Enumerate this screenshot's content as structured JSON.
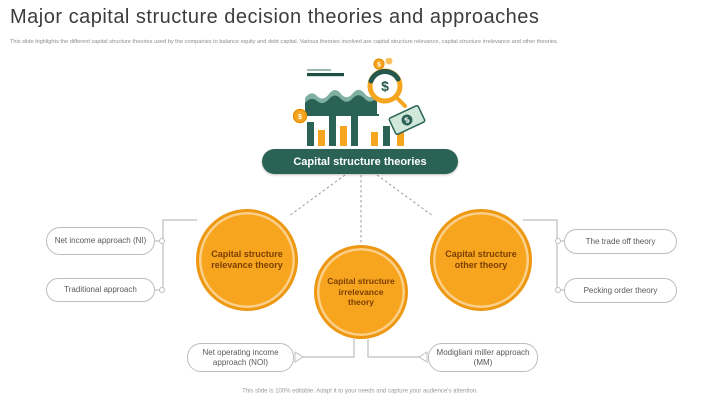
{
  "slide": {
    "title": "Major capital structure decision theories and approaches",
    "subtitle": "This slide highlights the different capital structure theories used by the companies to balance equity and debt capital. Various theories involved are capital structure relevance, capital structure irrelevance and other theories.",
    "footer": "This slide is 100% editable. Adapt it to your needs and capture your audience's attention."
  },
  "diagram": {
    "center_label": "Capital structure theories",
    "circles": [
      {
        "label": "Capital structure relevance theory"
      },
      {
        "label": "Capital structure irrelevance theory"
      },
      {
        "label": "Capital structure other theory"
      }
    ],
    "left_boxes": [
      {
        "label": "Net income approach (NI)"
      },
      {
        "label": "Traditional approach"
      }
    ],
    "right_boxes": [
      {
        "label": "The trade off theory"
      },
      {
        "label": "Pecking order theory"
      }
    ],
    "bottom_boxes": [
      {
        "label": "Net operating income approach (NOI)"
      },
      {
        "label": "Modigliani miller approach (MM)"
      }
    ],
    "illustration": {
      "icons": [
        "bar-chart-icon",
        "area-chart-icon",
        "magnifier-dollar-icon",
        "coin-icon",
        "banknote-icon"
      ],
      "dollar_sign": "$"
    },
    "colors": {
      "teal": "#2A6355",
      "orange": "#F7A41E",
      "orange_ring": "#EE9712",
      "circle_text": "#7B3F00",
      "box_border": "#BDBDBD",
      "box_text": "#595959",
      "connector": "#BFBFBF",
      "dotted": "#9A9A9A"
    }
  }
}
